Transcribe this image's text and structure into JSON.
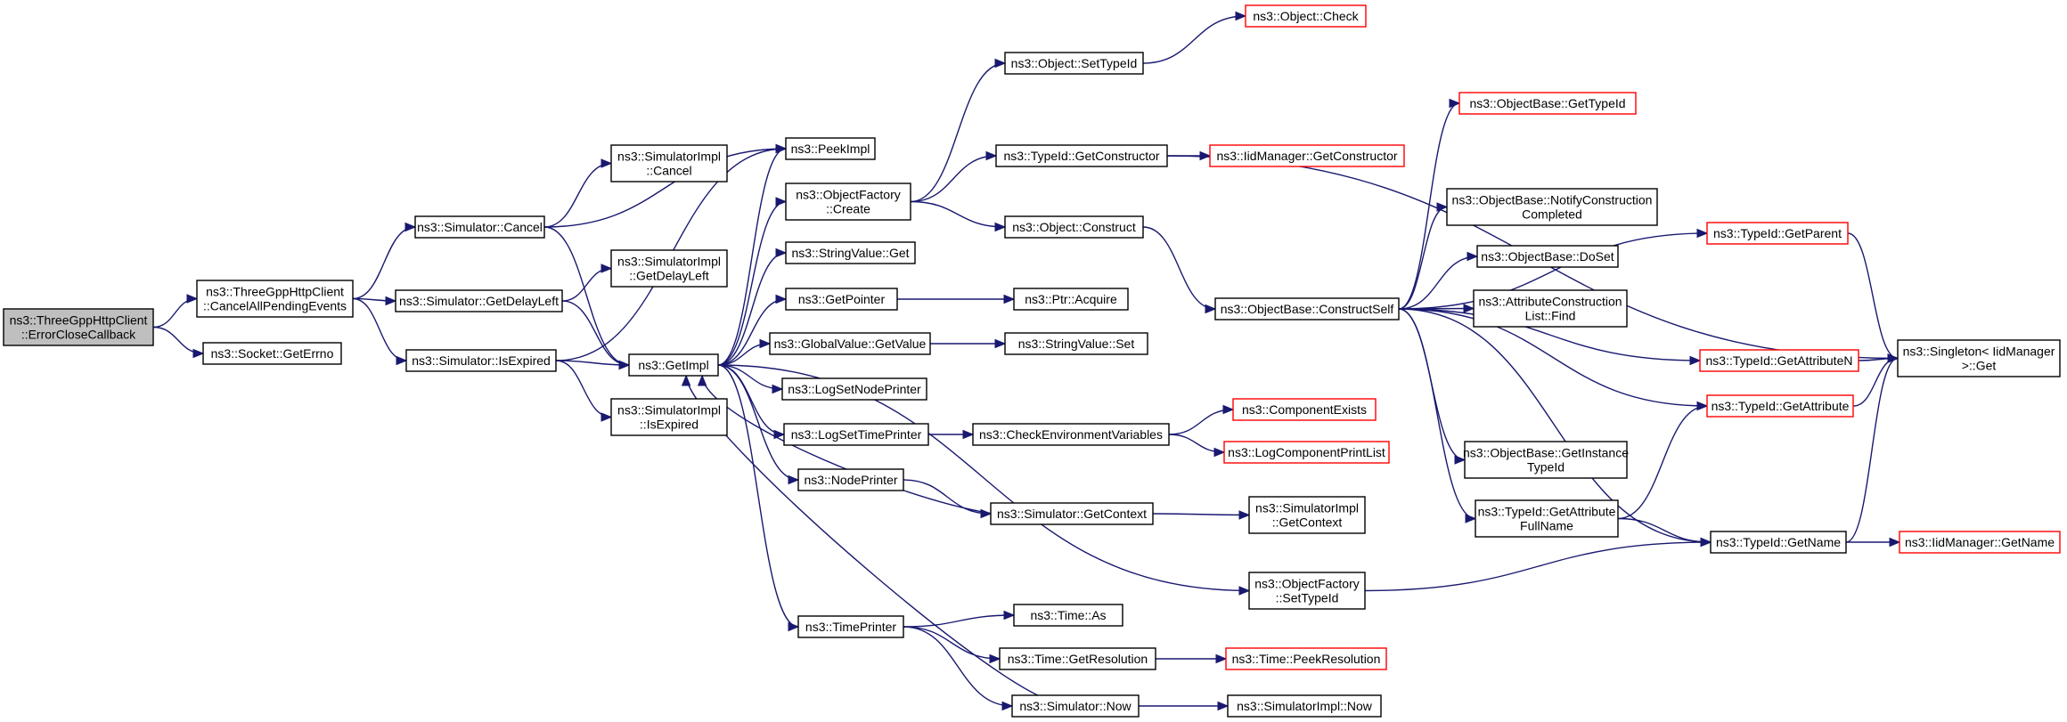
{
  "colors": {
    "edge": "#191970",
    "box_border": "#000000",
    "box_border_external": "#ff0000",
    "box_fill": "#ffffff",
    "root_fill": "#bfbfbf"
  },
  "nodes": [
    {
      "id": "root",
      "lines": [
        "ns3::ThreeGppHttpClient",
        "::ErrorCloseCallback"
      ],
      "style": "root"
    },
    {
      "id": "cancelAll",
      "lines": [
        "ns3::ThreeGppHttpClient",
        "::CancelAllPendingEvents"
      ],
      "style": "normal"
    },
    {
      "id": "getErrno",
      "lines": [
        "ns3::Socket::GetErrno"
      ],
      "style": "normal"
    },
    {
      "id": "simCancel",
      "lines": [
        "ns3::Simulator::Cancel"
      ],
      "style": "normal"
    },
    {
      "id": "simGetDelayLeft",
      "lines": [
        "ns3::Simulator::GetDelayLeft"
      ],
      "style": "normal"
    },
    {
      "id": "simIsExpired",
      "lines": [
        "ns3::Simulator::IsExpired"
      ],
      "style": "normal"
    },
    {
      "id": "implCancel",
      "lines": [
        "ns3::SimulatorImpl",
        "::Cancel"
      ],
      "style": "normal"
    },
    {
      "id": "implGetDelayLeft",
      "lines": [
        "ns3::SimulatorImpl",
        "::GetDelayLeft"
      ],
      "style": "normal"
    },
    {
      "id": "implIsExpired",
      "lines": [
        "ns3::SimulatorImpl",
        "::IsExpired"
      ],
      "style": "normal"
    },
    {
      "id": "getImpl",
      "lines": [
        "ns3::GetImpl"
      ],
      "style": "normal"
    },
    {
      "id": "peekImpl",
      "lines": [
        "ns3::PeekImpl"
      ],
      "style": "normal"
    },
    {
      "id": "objFactoryCreate",
      "lines": [
        "ns3::ObjectFactory",
        "::Create"
      ],
      "style": "normal"
    },
    {
      "id": "stringValueGet",
      "lines": [
        "ns3::StringValue::Get"
      ],
      "style": "normal"
    },
    {
      "id": "getPointer",
      "lines": [
        "ns3::GetPointer"
      ],
      "style": "normal"
    },
    {
      "id": "globalValueGetValue",
      "lines": [
        "ns3::GlobalValue::GetValue"
      ],
      "style": "normal"
    },
    {
      "id": "logSetNodePrinter",
      "lines": [
        "ns3::LogSetNodePrinter"
      ],
      "style": "normal"
    },
    {
      "id": "logSetTimePrinter",
      "lines": [
        "ns3::LogSetTimePrinter"
      ],
      "style": "normal"
    },
    {
      "id": "nodePrinter",
      "lines": [
        "ns3::NodePrinter"
      ],
      "style": "normal"
    },
    {
      "id": "timePrinter",
      "lines": [
        "ns3::TimePrinter"
      ],
      "style": "normal"
    },
    {
      "id": "objSetTypeId",
      "lines": [
        "ns3::Object::SetTypeId"
      ],
      "style": "normal"
    },
    {
      "id": "objCheck",
      "lines": [
        "ns3::Object::Check"
      ],
      "style": "external"
    },
    {
      "id": "typeIdGetConstructor",
      "lines": [
        "ns3::TypeId::GetConstructor"
      ],
      "style": "normal"
    },
    {
      "id": "iidGetConstructor",
      "lines": [
        "ns3::IidManager::GetConstructor"
      ],
      "style": "external"
    },
    {
      "id": "objConstruct",
      "lines": [
        "ns3::Object::Construct"
      ],
      "style": "normal"
    },
    {
      "id": "ptrAcquire",
      "lines": [
        "ns3::Ptr::Acquire"
      ],
      "style": "normal"
    },
    {
      "id": "stringValueSet",
      "lines": [
        "ns3::StringValue::Set"
      ],
      "style": "normal"
    },
    {
      "id": "checkEnvVars",
      "lines": [
        "ns3::CheckEnvironmentVariables"
      ],
      "style": "normal"
    },
    {
      "id": "simGetContext",
      "lines": [
        "ns3::Simulator::GetContext"
      ],
      "style": "normal"
    },
    {
      "id": "implGetContext",
      "lines": [
        "ns3::SimulatorImpl",
        "::GetContext"
      ],
      "style": "normal"
    },
    {
      "id": "componentExists",
      "lines": [
        "ns3::ComponentExists"
      ],
      "style": "external"
    },
    {
      "id": "logComponentPrintList",
      "lines": [
        "ns3::LogComponentPrintList"
      ],
      "style": "external"
    },
    {
      "id": "objFactorySetTypeId",
      "lines": [
        "ns3::ObjectFactory",
        "::SetTypeId"
      ],
      "style": "normal"
    },
    {
      "id": "timeAs",
      "lines": [
        "ns3::Time::As"
      ],
      "style": "normal"
    },
    {
      "id": "timeGetResolution",
      "lines": [
        "ns3::Time::GetResolution"
      ],
      "style": "normal"
    },
    {
      "id": "timePeekResolution",
      "lines": [
        "ns3::Time::PeekResolution"
      ],
      "style": "external"
    },
    {
      "id": "simNow",
      "lines": [
        "ns3::Simulator::Now"
      ],
      "style": "normal"
    },
    {
      "id": "implNow",
      "lines": [
        "ns3::SimulatorImpl::Now"
      ],
      "style": "normal"
    },
    {
      "id": "constructSelf",
      "lines": [
        "ns3::ObjectBase::ConstructSelf"
      ],
      "style": "normal"
    },
    {
      "id": "obGetTypeId",
      "lines": [
        "ns3::ObjectBase::GetTypeId"
      ],
      "style": "external"
    },
    {
      "id": "obNotify",
      "lines": [
        "ns3::ObjectBase::NotifyConstruction",
        "Completed"
      ],
      "style": "normal"
    },
    {
      "id": "obDoSet",
      "lines": [
        "ns3::ObjectBase::DoSet"
      ],
      "style": "normal"
    },
    {
      "id": "attrConstructionFind",
      "lines": [
        "ns3::AttributeConstruction",
        "List::Find"
      ],
      "style": "normal"
    },
    {
      "id": "obGetInstanceTypeId",
      "lines": [
        "ns3::ObjectBase::GetInstance",
        "TypeId"
      ],
      "style": "normal"
    },
    {
      "id": "typeIdGetAttrFullName",
      "lines": [
        "ns3::TypeId::GetAttribute",
        "FullName"
      ],
      "style": "normal"
    },
    {
      "id": "typeIdGetParent",
      "lines": [
        "ns3::TypeId::GetParent"
      ],
      "style": "external"
    },
    {
      "id": "typeIdGetAttributeN",
      "lines": [
        "ns3::TypeId::GetAttributeN"
      ],
      "style": "external"
    },
    {
      "id": "typeIdGetAttribute",
      "lines": [
        "ns3::TypeId::GetAttribute"
      ],
      "style": "external"
    },
    {
      "id": "typeIdGetName",
      "lines": [
        "ns3::TypeId::GetName"
      ],
      "style": "normal"
    },
    {
      "id": "singletonGet",
      "lines": [
        "ns3::Singleton< IidManager",
        " >::Get"
      ],
      "style": "normal"
    },
    {
      "id": "iidGetName",
      "lines": [
        "ns3::IidManager::GetName"
      ],
      "style": "external"
    }
  ],
  "edges": [
    [
      "root",
      "cancelAll"
    ],
    [
      "root",
      "getErrno"
    ],
    [
      "cancelAll",
      "simCancel"
    ],
    [
      "cancelAll",
      "simGetDelayLeft"
    ],
    [
      "cancelAll",
      "simIsExpired"
    ],
    [
      "simCancel",
      "implCancel"
    ],
    [
      "simCancel",
      "peekImpl"
    ],
    [
      "simCancel",
      "getImpl"
    ],
    [
      "simGetDelayLeft",
      "implGetDelayLeft"
    ],
    [
      "simGetDelayLeft",
      "getImpl"
    ],
    [
      "simIsExpired",
      "getImpl"
    ],
    [
      "simIsExpired",
      "implIsExpired"
    ],
    [
      "simIsExpired",
      "peekImpl"
    ],
    [
      "getImpl",
      "peekImpl"
    ],
    [
      "getImpl",
      "objFactoryCreate"
    ],
    [
      "getImpl",
      "stringValueGet"
    ],
    [
      "getImpl",
      "getPointer"
    ],
    [
      "getImpl",
      "globalValueGetValue"
    ],
    [
      "getImpl",
      "logSetNodePrinter"
    ],
    [
      "getImpl",
      "logSetTimePrinter"
    ],
    [
      "getImpl",
      "nodePrinter"
    ],
    [
      "getImpl",
      "timePrinter"
    ],
    [
      "getImpl",
      "objFactorySetTypeId"
    ],
    [
      "objFactoryCreate",
      "objSetTypeId"
    ],
    [
      "objFactoryCreate",
      "typeIdGetConstructor"
    ],
    [
      "objFactoryCreate",
      "objConstruct"
    ],
    [
      "objSetTypeId",
      "objCheck"
    ],
    [
      "typeIdGetConstructor",
      "iidGetConstructor"
    ],
    [
      "typeIdGetConstructor",
      "singletonGet"
    ],
    [
      "objConstruct",
      "constructSelf"
    ],
    [
      "getPointer",
      "ptrAcquire"
    ],
    [
      "globalValueGetValue",
      "stringValueSet"
    ],
    [
      "logSetTimePrinter",
      "checkEnvVars"
    ],
    [
      "checkEnvVars",
      "componentExists"
    ],
    [
      "checkEnvVars",
      "logComponentPrintList"
    ],
    [
      "nodePrinter",
      "simGetContext"
    ],
    [
      "simGetContext",
      "implGetContext"
    ],
    [
      "simGetContext",
      "getImpl"
    ],
    [
      "objFactorySetTypeId",
      "typeIdGetName"
    ],
    [
      "timePrinter",
      "timeAs"
    ],
    [
      "timePrinter",
      "timeGetResolution"
    ],
    [
      "timePrinter",
      "simNow"
    ],
    [
      "timeGetResolution",
      "timePeekResolution"
    ],
    [
      "simNow",
      "implNow"
    ],
    [
      "simNow",
      "getImpl"
    ],
    [
      "constructSelf",
      "obGetTypeId"
    ],
    [
      "constructSelf",
      "obNotify"
    ],
    [
      "constructSelf",
      "obDoSet"
    ],
    [
      "constructSelf",
      "attrConstructionFind"
    ],
    [
      "constructSelf",
      "obGetInstanceTypeId"
    ],
    [
      "constructSelf",
      "typeIdGetAttrFullName"
    ],
    [
      "constructSelf",
      "typeIdGetParent"
    ],
    [
      "constructSelf",
      "typeIdGetAttributeN"
    ],
    [
      "constructSelf",
      "typeIdGetAttribute"
    ],
    [
      "constructSelf",
      "typeIdGetName"
    ],
    [
      "typeIdGetAttrFullName",
      "typeIdGetAttribute"
    ],
    [
      "typeIdGetAttrFullName",
      "typeIdGetName"
    ],
    [
      "typeIdGetParent",
      "singletonGet"
    ],
    [
      "typeIdGetAttributeN",
      "singletonGet"
    ],
    [
      "typeIdGetAttribute",
      "singletonGet"
    ],
    [
      "typeIdGetName",
      "singletonGet"
    ],
    [
      "typeIdGetName",
      "iidGetName"
    ]
  ]
}
